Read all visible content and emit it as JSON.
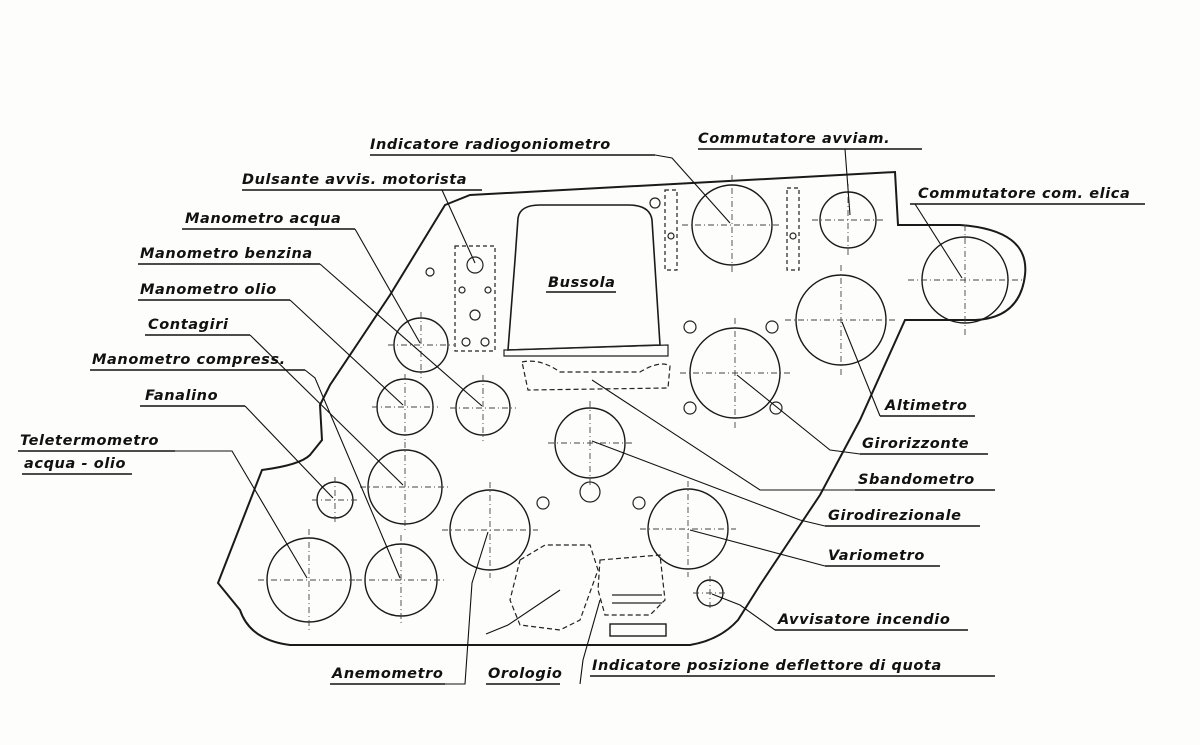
{
  "labels": {
    "indicatore_radiogoniometro": "Indicatore radiogoniometro",
    "commutatore_avviam": "Commutatore avviam.",
    "commutatore_com_elica": "Commutatore com. elica",
    "pulsante_avvis_motorista": "Dulsante avvis. motorista",
    "manometro_acqua": "Manometro acqua",
    "manometro_benzina": "Manometro benzina",
    "manometro_olio": "Manometro olio",
    "contagiri": "Contagiri",
    "manometro_compress": "Manometro compress.",
    "fanalino": "Fanalino",
    "teletermometro_1": "Teletermometro",
    "teletermometro_2": "acqua - olio",
    "bussola": "Bussola",
    "altimetro": "Altimetro",
    "girorizzonte": "Girorizzonte",
    "sbandometro": "Sbandometro",
    "girodirezionale": "Girodirezionale",
    "variometro": "Variometro",
    "avvisatore_incendio": "Avvisatore incendio",
    "anemometro": "Anemometro",
    "orologio": "Orologio",
    "indicatore_posizione": "Indicatore posizione deflettore di quota"
  }
}
